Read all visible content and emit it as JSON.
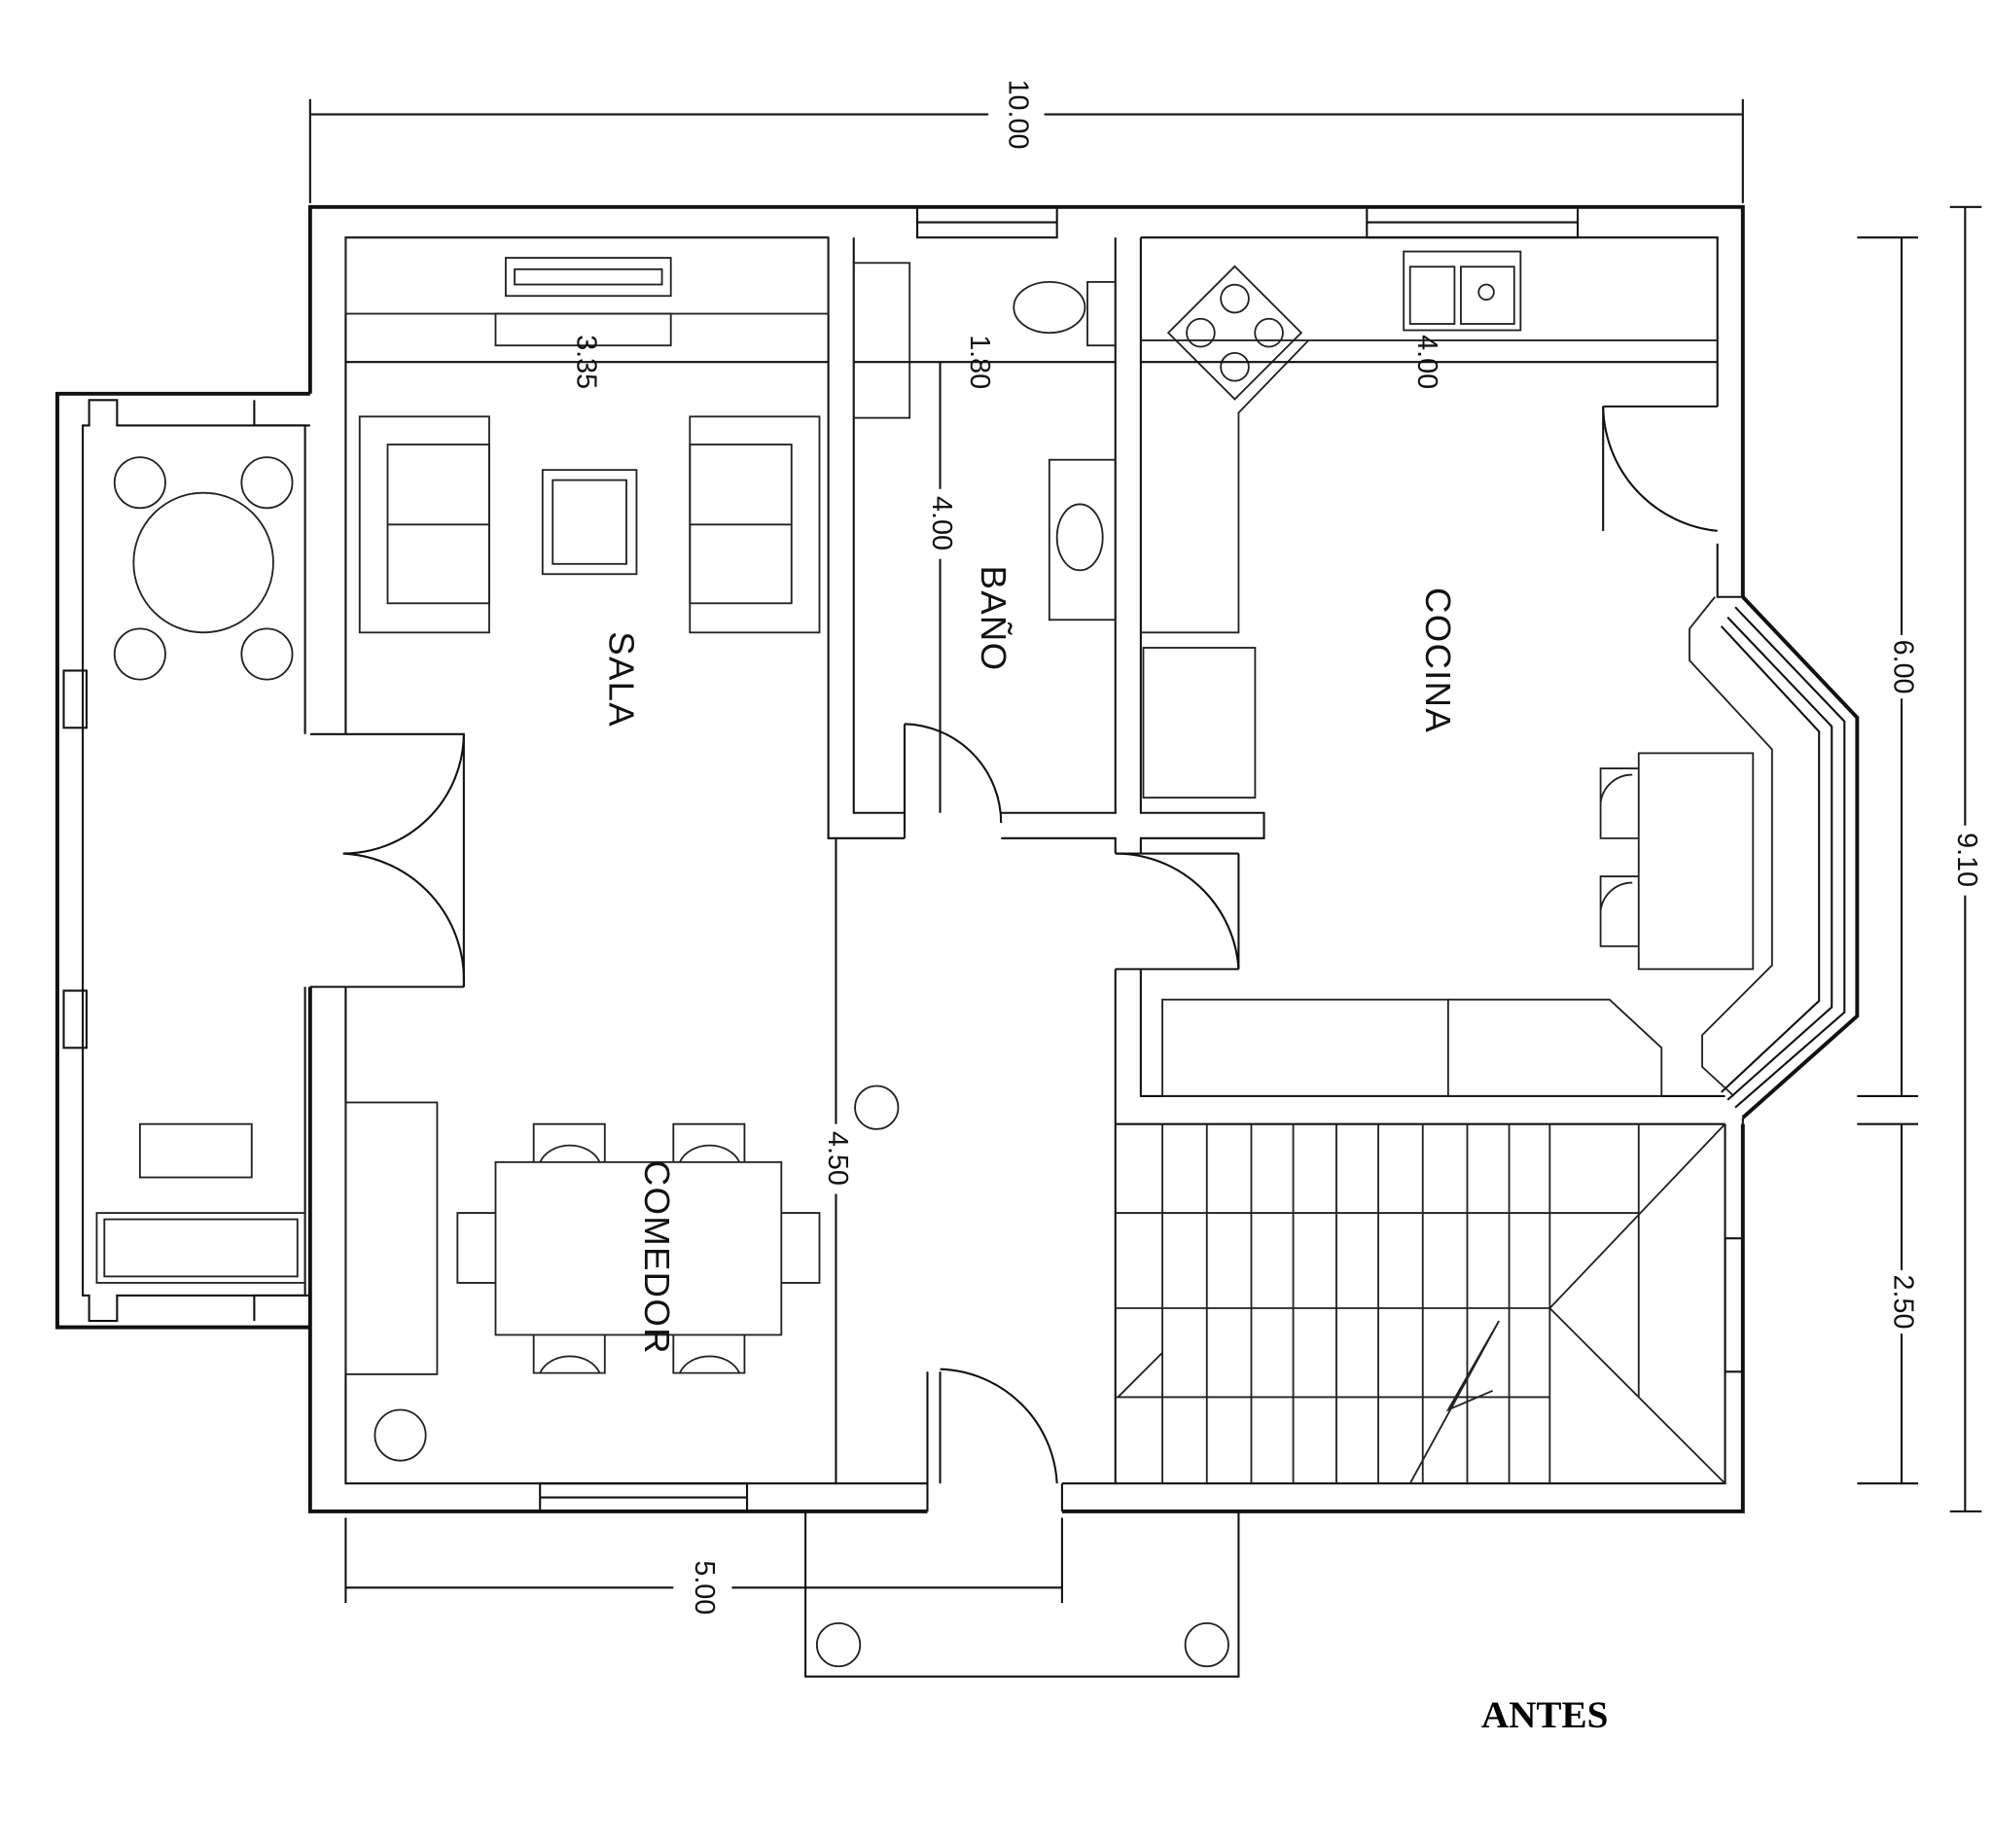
{
  "plan": {
    "title": "ANTES",
    "rooms": {
      "sala": "SALA",
      "bano": "BAÑO",
      "cocina": "COCINA",
      "comedor": "COMEDOR"
    },
    "dimensions": {
      "overall_width": "10.00",
      "overall_depth": "9.10",
      "right_upper": "6.00",
      "right_lower": "2.50",
      "bottom_width": "5.00",
      "sala_width": "3.35",
      "bano_width": "1.80",
      "cocina_width": "4.00",
      "bano_depth": "4.00",
      "comedor_depth": "4.50"
    }
  }
}
